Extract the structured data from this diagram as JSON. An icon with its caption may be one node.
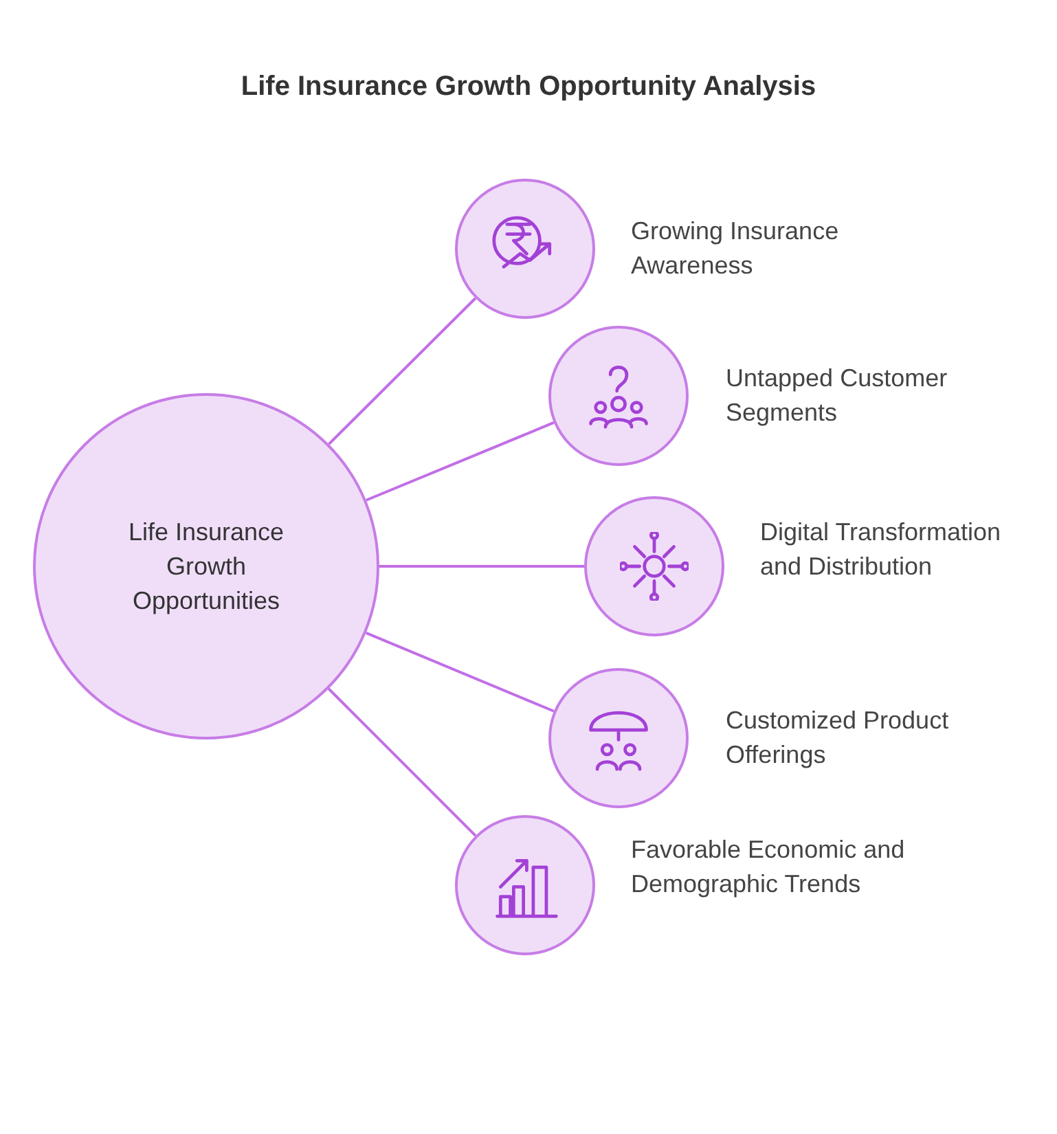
{
  "diagram": {
    "title": "Life Insurance Growth Opportunity Analysis",
    "nodes": [
      {
        "text": [
          "Life Insurance Growth Opportunities"
        ]
      },
      {
        "text": [],
        "shape": "circle",
        "beside": [
          "Growing Insurance Awareness"
        ]
      },
      {
        "text": [],
        "shape": "circle",
        "beside": [
          "Untapped Customer Segments"
        ]
      },
      {
        "text": [],
        "shape": "circle",
        "beside": [
          "Digital Transformation and Distribution"
        ]
      },
      {
        "text": [],
        "shape": "circle",
        "beside": [
          "Customized Product Offerings"
        ]
      },
      {
        "text": [],
        "shape": "circle",
        "beside": [
          "Favorable Economic and Demographic Trends"
        ]
      }
    ],
    "edges": [
      {
        "from": 0,
        "to": 1,
        "arrow": "none"
      },
      {
        "from": 0,
        "to": 2,
        "arrow": "none"
      },
      {
        "from": 0,
        "to": 3,
        "arrow": "none"
      },
      {
        "from": 0,
        "to": 4,
        "arrow": "none"
      },
      {
        "from": 0,
        "to": 5,
        "arrow": "none"
      }
    ]
  }
}
